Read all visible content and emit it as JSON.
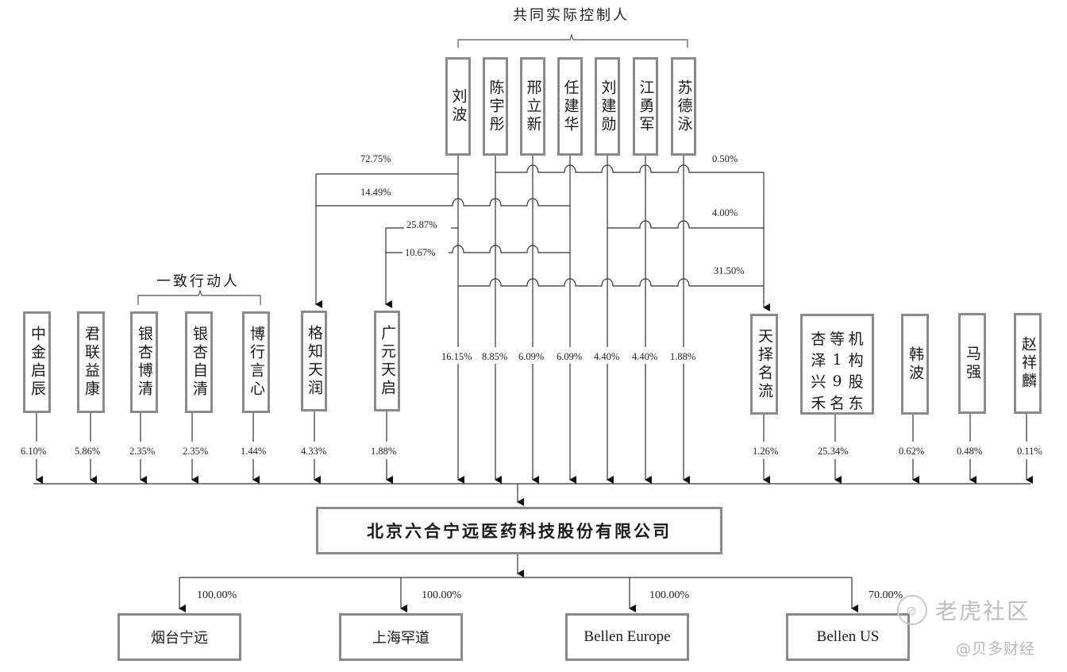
{
  "title_joint_controllers": "共同实际控制人",
  "title_concert_parties": "一致行动人",
  "controllers": [
    {
      "name": "刘波"
    },
    {
      "name": "陈宇彤"
    },
    {
      "name": "邢立新"
    },
    {
      "name": "任建华"
    },
    {
      "name": "刘建勋"
    },
    {
      "name": "江勇军"
    },
    {
      "name": "苏德泳"
    }
  ],
  "controller_direct_pct": [
    "16.15%",
    "8.85%",
    "6.09%",
    "6.09%",
    "4.40%",
    "4.40%",
    "1.88%"
  ],
  "intermediate_links": {
    "gezhi_72": "72.75%",
    "gezhi_14": "14.49%",
    "guangyuan_25": "25.87%",
    "guangyuan_10": "10.67%",
    "tianze_050": "0.50%",
    "tianze_400": "4.00%",
    "tianze_3150": "31.50%"
  },
  "shareholders": [
    {
      "name": "中金启辰",
      "pct": "6.10%"
    },
    {
      "name": "君联益康",
      "pct": "5.86%"
    },
    {
      "name": "银杏博清",
      "pct": "2.35%"
    },
    {
      "name": "银杏自清",
      "pct": "2.35%"
    },
    {
      "name": "博行言心",
      "pct": "1.44%"
    },
    {
      "name": "格知天润",
      "pct": "4.33%"
    },
    {
      "name": "广元天启",
      "pct": "1.88%"
    },
    {
      "name": "天择名流",
      "pct": "1.26%"
    },
    {
      "name": "杏泽兴禾等19名机构股东",
      "pct": "25.34%",
      "cells": [
        "杏",
        "等",
        "机",
        "泽",
        "1",
        "构",
        "兴",
        "9",
        "股",
        "禾",
        "名",
        "东"
      ]
    },
    {
      "name": "韩波",
      "pct": "0.62%"
    },
    {
      "name": "马强",
      "pct": "0.48%"
    },
    {
      "name": "赵祥麟",
      "pct": "0.11%"
    }
  ],
  "company": "北京六合宁远医药科技股份有限公司",
  "subsidiaries": [
    {
      "name": "烟台宁远",
      "pct": "100.00%"
    },
    {
      "name": "上海罕道",
      "pct": "100.00%"
    },
    {
      "name": "Bellen Europe",
      "pct": "100.00%"
    },
    {
      "name": "Bellen US",
      "pct": "70.00%"
    }
  ],
  "watermark": {
    "brand": "老虎社区",
    "author": "@贝多财经"
  }
}
